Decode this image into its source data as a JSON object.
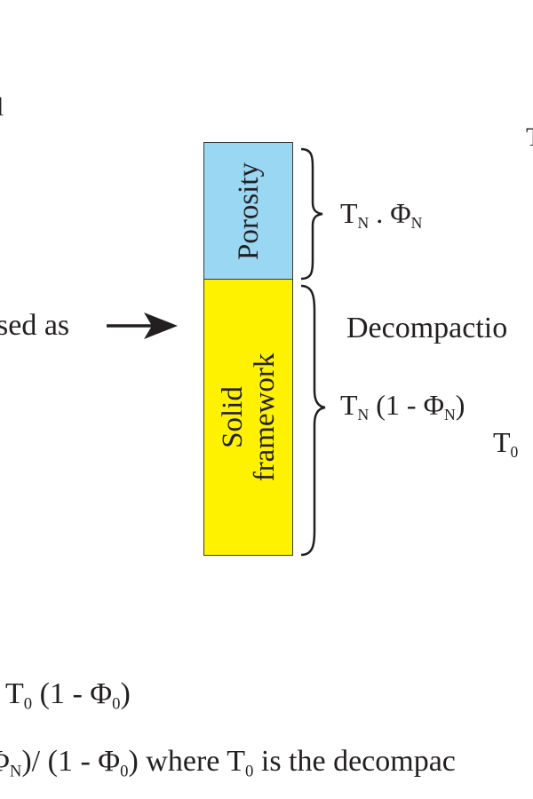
{
  "left_labels": {
    "used_as": "sed as",
    "top_left_fragment": "l"
  },
  "column": {
    "porosity_label": "Porosity",
    "solid_label_line1": "Solid",
    "solid_label_line2": "framework",
    "porosity_color": "#99d7f3",
    "solid_color": "#fff200"
  },
  "right_labels": {
    "top_fragment": "T",
    "porosity_formula": {
      "t": "T",
      "t_sub": "N",
      "dot": " . ",
      "phi": "Φ",
      "phi_sub": "N"
    },
    "decompaction_fragment": "Decompactio",
    "solid_formula": {
      "t": "T",
      "t_sub": "N",
      "open": " (1 - ",
      "phi": "Φ",
      "phi_sub": "N",
      "close": ")"
    },
    "t0": {
      "t": "T",
      "sub": "0"
    }
  },
  "bottom_equations": {
    "line1": {
      "t": "T",
      "t_sub": "0",
      "open": " (1 - ",
      "phi": "Φ",
      "phi_sub": "0",
      "close": ")"
    },
    "line2": {
      "lead": "Φ",
      "lead_sub": "N",
      "mid": ")/ (1 - ",
      "phi": "Φ",
      "phi_sub": "0",
      "tail": ") where T",
      "t_sub": "0",
      "end": " is the decompac"
    }
  },
  "icons": {
    "arrow": "right-arrow-icon",
    "brace": "curly-brace-icon"
  }
}
